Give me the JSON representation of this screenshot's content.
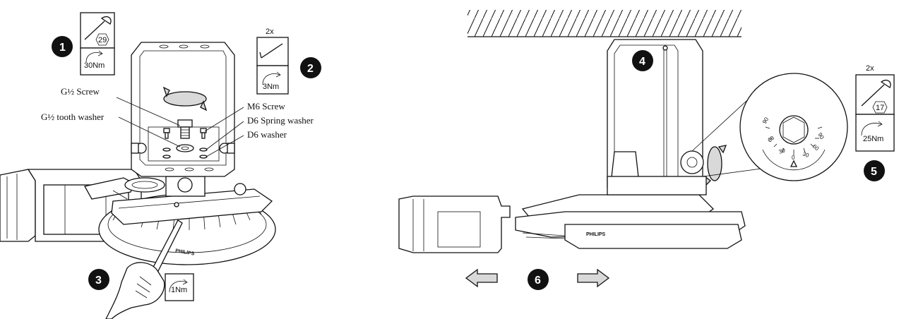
{
  "labels": {
    "g12_screw": "G½ Screw",
    "g12_tooth_washer": "G½ tooth washer",
    "m6_screw": "M6 Screw",
    "d6_spring_washer": "D6 Spring washer",
    "d6_washer": "D6 washer"
  },
  "tool_icons": {
    "icon1": {
      "wrench_size": "29",
      "torque": "30Nm"
    },
    "icon2": {
      "quantity": "2x",
      "torque": "3Nm"
    },
    "icon3": {
      "torque": "1Nm"
    },
    "icon5": {
      "quantity": "2x",
      "wrench_size": "17",
      "torque": "25Nm"
    }
  },
  "steps": [
    "1",
    "2",
    "3",
    "4",
    "5",
    "6"
  ],
  "brand": "PHILIPS",
  "angle_scale": {
    "left": [
      "90",
      "60",
      "30"
    ],
    "center": "0",
    "right": [
      "30",
      "60",
      "90"
    ]
  }
}
